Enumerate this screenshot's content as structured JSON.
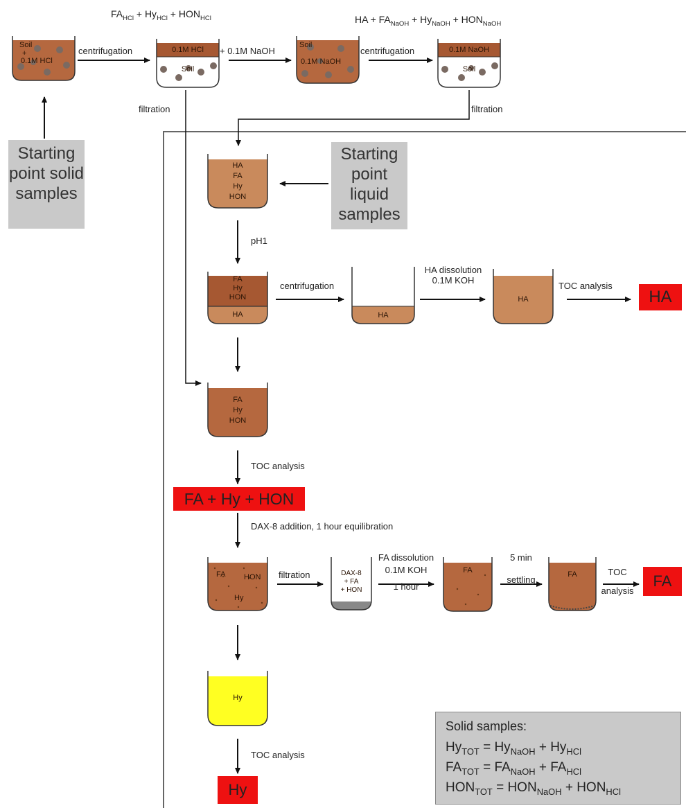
{
  "top": {
    "eq1": [
      "FA",
      "HCl",
      " + Hy",
      "HCl",
      " + HON",
      "HCl"
    ],
    "eq2": [
      "HA + FA",
      "NaOH",
      " + Hy",
      "NaOH",
      " + HON",
      "NaOH"
    ],
    "centrifugation1": "centrifugation",
    "naoh_add": "+ 0.1M NaOH",
    "centrifugation2": "centrifugation",
    "filtration_left": "filtration",
    "filtration_right": "filtration",
    "beaker1_top": "Soil",
    "beaker1_mid": "+",
    "beaker1_bot": "0.1M HCl",
    "beaker2_layer": "0.1M HCl",
    "beaker2_soil": "Soil",
    "beaker3_top": "Soil",
    "beaker3_bot": "0.1M NaOH",
    "beaker4_layer": "0.1M NaOH",
    "beaker4_soil": "Soil"
  },
  "start_solid": "Starting point solid samples",
  "start_liquid": "Starting point liquid samples",
  "flow": {
    "b5": [
      "HA",
      "FA",
      "Hy",
      "HON"
    ],
    "ph1": "pH1",
    "b6_top": [
      "FA",
      "Hy",
      "HON"
    ],
    "b6_bottom": "HA",
    "centrifugation3": "centrifugation",
    "b7": "HA",
    "ha_dissolution_1": "HA dissolution",
    "ha_dissolution_2": "0.1M KOH",
    "b8": "HA",
    "toc_ha": "TOC analysis",
    "result_ha": "HA",
    "b9": [
      "FA",
      "Hy",
      "HON"
    ],
    "toc_fhh": "TOC analysis",
    "result_fhh": "FA + Hy + HON",
    "dax": "DAX-8 addition, 1 hour equilibration",
    "b10_fa": "FA",
    "b10_hon": "HON",
    "b10_hy": "Hy",
    "filtration3": "filtration",
    "b11": [
      "DAX-8",
      "+ FA",
      "+ HON"
    ],
    "fa_dissolution_1": "FA dissolution",
    "fa_dissolution_2": "0.1M KOH",
    "fa_dissolution_3": "1 hour",
    "b12": "FA",
    "settling_1": "5 min",
    "settling_2": "settling",
    "b13": "FA",
    "toc_fa_1": "TOC",
    "toc_fa_2": "analysis",
    "result_fa": "FA",
    "b14": "Hy",
    "toc_hy": "TOC analysis",
    "result_hy": "Hy"
  },
  "equations": {
    "title": "Solid samples:",
    "row1": [
      "Hy",
      "TOT",
      " = Hy",
      "NaOH",
      " + Hy",
      "HCl"
    ],
    "row2": [
      "FA",
      "TOT",
      " = FA",
      "NaOH",
      " + FA",
      "HCl"
    ],
    "row3": [
      "HON",
      "TOT",
      " = HON",
      "NaOH",
      " + HON",
      "HCl"
    ]
  },
  "colors": {
    "soil_brown": "#b5683f",
    "dark_brown": "#a65832",
    "light_brown": "#c98a5c",
    "yellow": "#ffff22",
    "red": "#ee1111",
    "gray_box": "#c9c9c9"
  }
}
